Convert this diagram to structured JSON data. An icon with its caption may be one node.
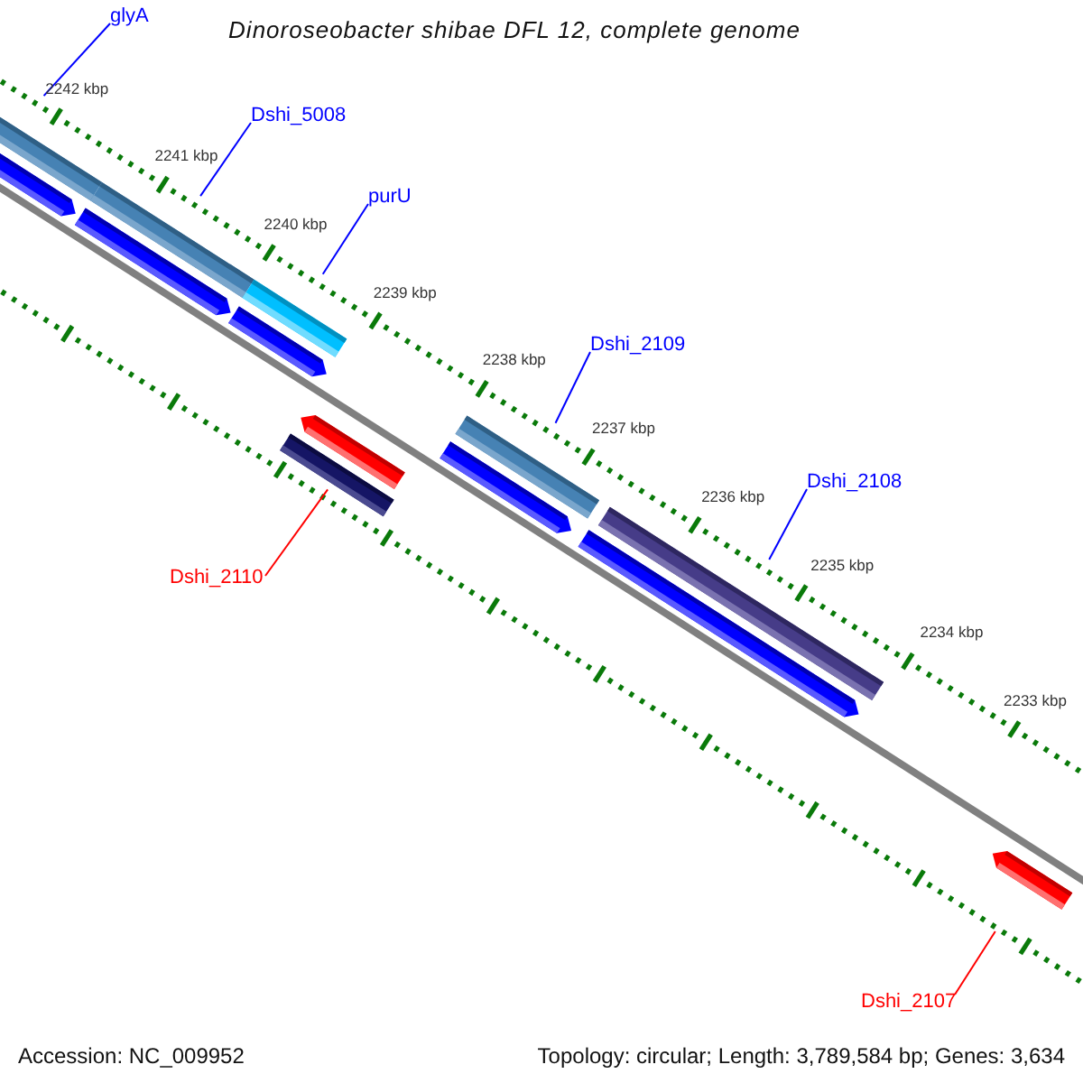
{
  "diagram": {
    "title": "Dinoroseobacter shibae DFL 12, complete genome",
    "nodes": [
      {
        "text": [
          "glyA"
        ]
      },
      {
        "text": [
          "Dshi_5008"
        ]
      },
      {
        "text": [
          "purU"
        ]
      },
      {
        "text": [
          "Dshi_2109"
        ]
      },
      {
        "text": [
          "Dshi_2108"
        ]
      },
      {
        "text": [
          "Dshi_2110"
        ]
      },
      {
        "text": [
          "Dshi_2107"
        ]
      },
      {
        "text": [],
        "shape": "bar"
      },
      {
        "text": [],
        "shape": "bar"
      },
      {
        "text": [],
        "shape": "bar"
      },
      {
        "text": [],
        "shape": "bar"
      },
      {
        "text": [],
        "shape": "bar"
      },
      {
        "text": [],
        "shape": "bar"
      },
      {
        "text": [],
        "shape": "bar"
      },
      {
        "text": [],
        "shape": "bar"
      },
      {
        "text": [],
        "shape": "bar"
      },
      {
        "text": [],
        "shape": "bar"
      },
      {
        "text": [],
        "shape": "bar"
      },
      {
        "text": [],
        "shape": "bar"
      },
      {
        "text": [],
        "shape": "bar"
      }
    ],
    "edges": [
      {
        "from": 0,
        "to": 7,
        "arrow": "none"
      },
      {
        "from": 1,
        "to": 8,
        "arrow": "none"
      },
      {
        "from": 2,
        "to": 9,
        "arrow": "none"
      },
      {
        "from": 3,
        "to": 15,
        "arrow": "none"
      },
      {
        "from": 4,
        "to": 17,
        "arrow": "none"
      },
      {
        "from": 5,
        "to": 14,
        "arrow": "none",
        "color": "#ff0000"
      },
      {
        "from": 6,
        "to": 19,
        "arrow": "none",
        "color": "#ff0000"
      }
    ],
    "labels": [
      "2242 kbp",
      "2241 kbp",
      "2240 kbp",
      "2239 kbp",
      "2238 kbp",
      "2237 kbp",
      "2236 kbp",
      "2235 kbp",
      "2234 kbp",
      "2233 kbp",
      "Accession: NC_009952",
      "Topology: circular; Length: 3,789,584 bp; Genes: 3,634"
    ]
  }
}
